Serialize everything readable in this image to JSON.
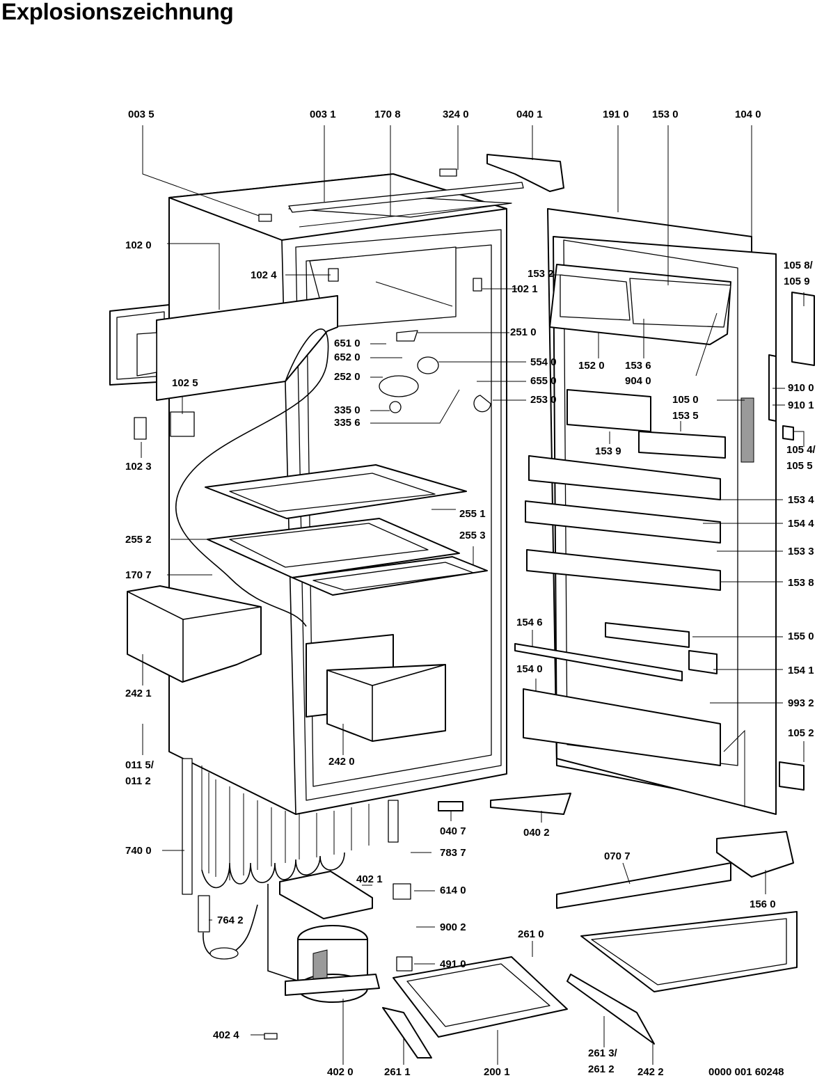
{
  "title": "Explosionszeichnung",
  "drawing_number": "0000 001 60248",
  "labels": {
    "l0035": "003 5",
    "l0031": "003 1",
    "l1708": "170 8",
    "l3240": "324 0",
    "l0401": "040 1",
    "l1910": "191 0",
    "l1530": "153 0",
    "l1040": "104 0",
    "l1020": "102 0",
    "l1024": "102 4",
    "l1021": "102 1",
    "l1532": "153 2",
    "l1058": "105 8/",
    "l1059": "105 9",
    "l2510": "251 0",
    "l6510": "651 0",
    "l6520": "652 0",
    "l5540": "554 0",
    "l2520": "252 0",
    "l6550": "655 0",
    "l2530": "253 0",
    "l3350": "335 0",
    "l3356": "335 6",
    "l1025": "102 5",
    "l1023": "102 3",
    "l1520": "152 0",
    "l1536": "153 6",
    "l9040": "904 0",
    "l1050": "105 0",
    "l9100": "910 0",
    "l9101": "910 1",
    "l1535": "153 5",
    "l1539": "153 9",
    "l1054": "105 4/",
    "l1055": "105 5",
    "l2551": "255 1",
    "l2552": "255 2",
    "l2553": "255 3",
    "l1534": "153 4",
    "l1544": "154 4",
    "l1533": "153 3",
    "l1538": "153 8",
    "l1707": "170 7",
    "l1546": "154 6",
    "l1550": "155 0",
    "l2421": "242 1",
    "l1540": "154 0",
    "l1541": "154 1",
    "l9932": "993 2",
    "l0115": "011 5/",
    "l0112": "011 2",
    "l2420": "242 0",
    "l1052": "105 2",
    "l0407": "040 7",
    "l0402": "040 2",
    "l7400": "740 0",
    "l7837": "783 7",
    "l4021": "402 1",
    "l6140": "614 0",
    "l0707": "070 7",
    "l1560": "156 0",
    "l7642": "764 2",
    "l9002": "900 2",
    "l2610": "261 0",
    "l4910": "491 0",
    "l4024": "402 4",
    "l4020": "402 0",
    "l2611": "261 1",
    "l2001": "200 1",
    "l2613": "261 3/",
    "l2612": "261 2",
    "l2422": "242 2"
  }
}
